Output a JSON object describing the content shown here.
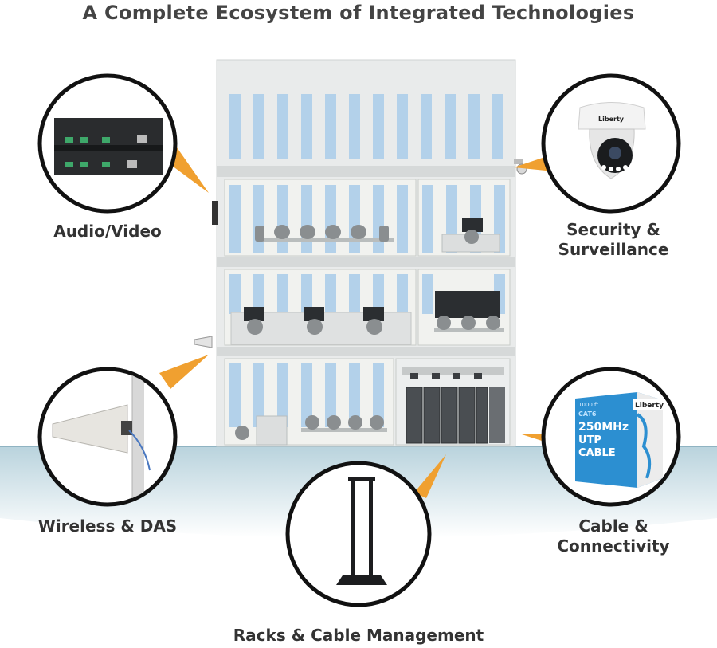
{
  "title": "A Complete Ecosystem of Integrated Technologies",
  "categories": {
    "audio_video": "Audio/Video",
    "security": [
      "Security &",
      "Surveillance"
    ],
    "wireless": "Wireless & DAS",
    "cable": [
      "Cable &",
      "Connectivity"
    ],
    "racks": "Racks & Cable Management"
  },
  "product_text": {
    "camera_brand": "Liberty",
    "cable_brand": "Liberty",
    "cable_length": "1000 ft",
    "cable_cat": "CAT6",
    "cable_spec": "250MHz",
    "cable_type": "UTP",
    "cable_word": "CABLE"
  },
  "colors": {
    "accent": "#f0a030",
    "circle_border": "#111111",
    "building": "#e6e8e8",
    "window": "#a9cbe8",
    "ground": "#c8dde5"
  }
}
